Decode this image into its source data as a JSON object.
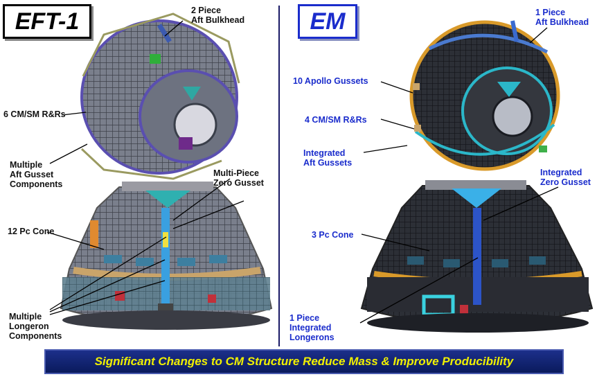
{
  "left": {
    "title": "EFT-1",
    "labels": {
      "aft_bulkhead": "2 Piece\nAft Bulkhead",
      "cm_sm": "6 CM/SM R&Rs",
      "aft_gusset": "Multiple\nAft Gusset\nComponents",
      "zero_gusset": "Multi-Piece\nZero Gusset",
      "cone": "12 Pc Cone",
      "longeron": "Multiple\nLongeron\nComponents"
    }
  },
  "right": {
    "title": "EM",
    "labels": {
      "aft_bulkhead": "1 Piece\nAft Bulkhead",
      "apollo_gussets": "10 Apollo Gussets",
      "cm_sm": "4 CM/SM R&Rs",
      "aft_gussets": "Integrated\nAft Gussets",
      "zero_gusset": "Integrated\nZero Gusset",
      "cone": "3 Pc Cone",
      "longerons": "1 Piece\nIntegrated\nLongerons"
    }
  },
  "banner": "Significant Changes to CM Structure Reduce Mass & Improve Producibility",
  "colors": {
    "left_label": "#111111",
    "right_label": "#1a2ccc",
    "banner_bg": "#0f2170",
    "banner_text": "#f0f000"
  }
}
